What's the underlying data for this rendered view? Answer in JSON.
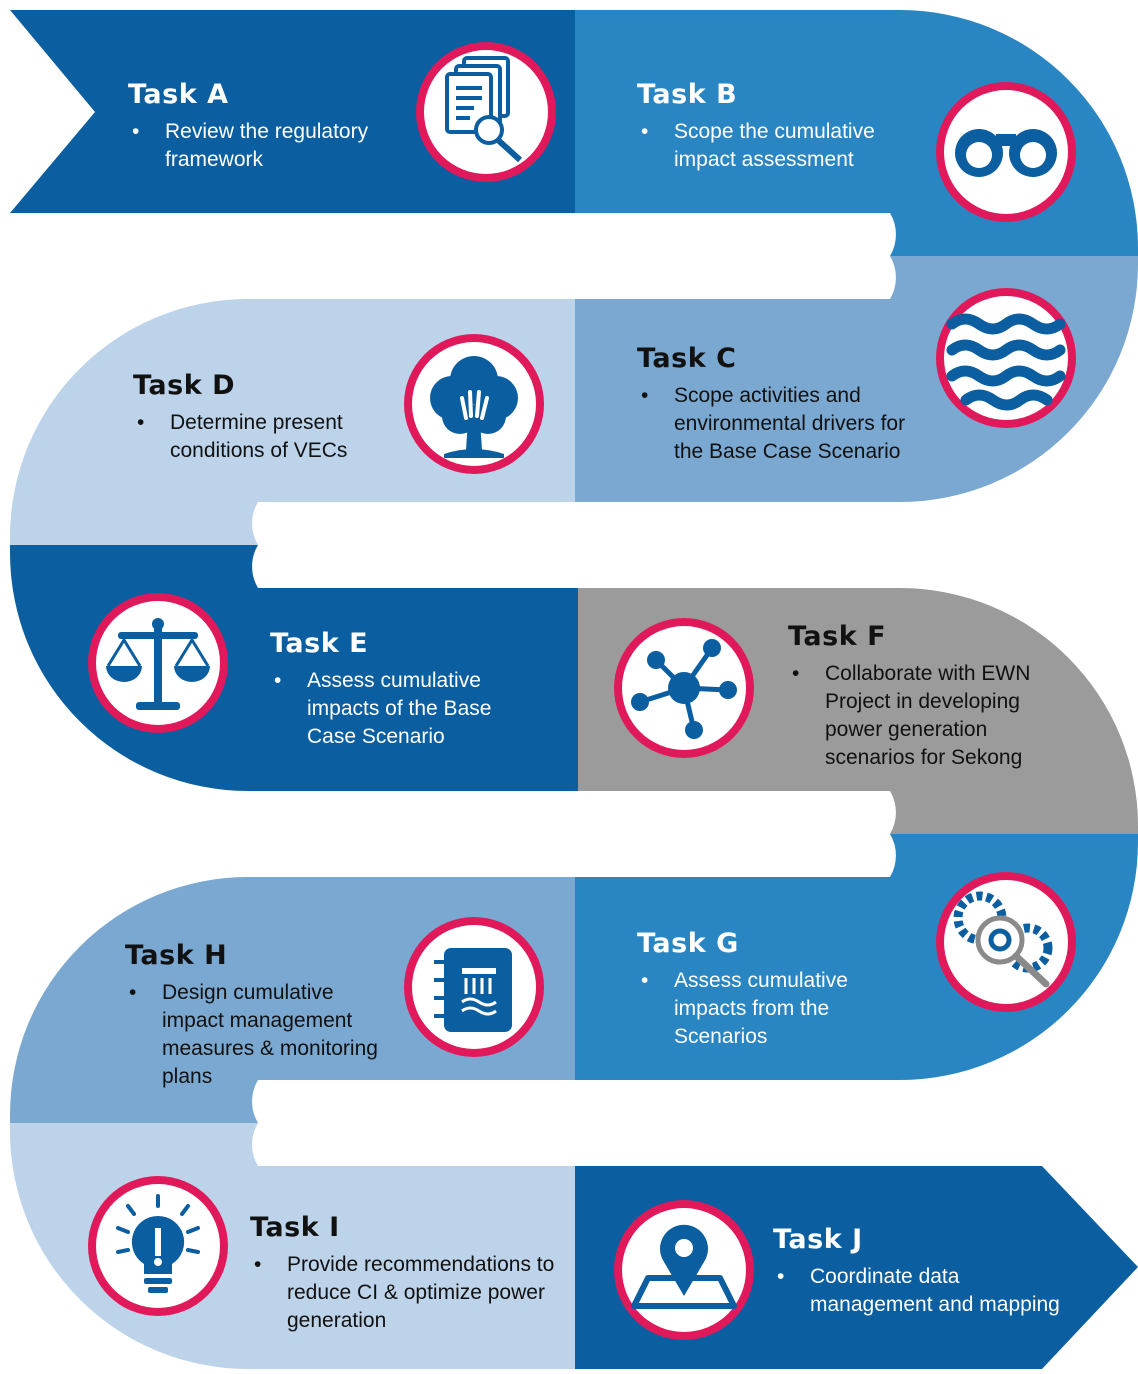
{
  "colors": {
    "dark_blue": "#0b5fa0",
    "mid_blue": "#2a86c2",
    "steel_blue": "#7aa8d1",
    "pale_blue": "#bcd3ea",
    "gray": "#9b9b9b",
    "ring": "#e0195a"
  },
  "tasks": [
    {
      "id": "A",
      "title": "Task A",
      "desc": "Review the regulatory framework",
      "icon": "documents-search-icon"
    },
    {
      "id": "B",
      "title": "Task B",
      "desc": "Scope the cumulative impact assessment",
      "icon": "binoculars-icon"
    },
    {
      "id": "C",
      "title": "Task C",
      "desc": "Scope activities and environmental drivers for the Base Case Scenario",
      "icon": "waves-icon"
    },
    {
      "id": "D",
      "title": "Task D",
      "desc": "Determine present conditions of VECs",
      "icon": "tree-hand-icon"
    },
    {
      "id": "E",
      "title": "Task E",
      "desc": "Assess cumulative impacts of the Base Case Scenario",
      "icon": "scales-icon"
    },
    {
      "id": "F",
      "title": "Task F",
      "desc": "Collaborate with EWN Project in developing power generation scenarios for Sekong",
      "icon": "network-hub-icon"
    },
    {
      "id": "G",
      "title": "Task G",
      "desc": "Assess cumulative impacts from the Scenarios",
      "icon": "gears-magnifier-icon"
    },
    {
      "id": "H",
      "title": "Task H",
      "desc": "Design cumulative impact management measures & monitoring plans",
      "icon": "notebook-dam-icon"
    },
    {
      "id": "I",
      "title": "Task I",
      "desc": "Provide recommendations to reduce CI & optimize power generation",
      "icon": "lightbulb-icon"
    },
    {
      "id": "J",
      "title": "Task J",
      "desc": "Coordinate data management and mapping",
      "icon": "map-pin-icon"
    }
  ]
}
